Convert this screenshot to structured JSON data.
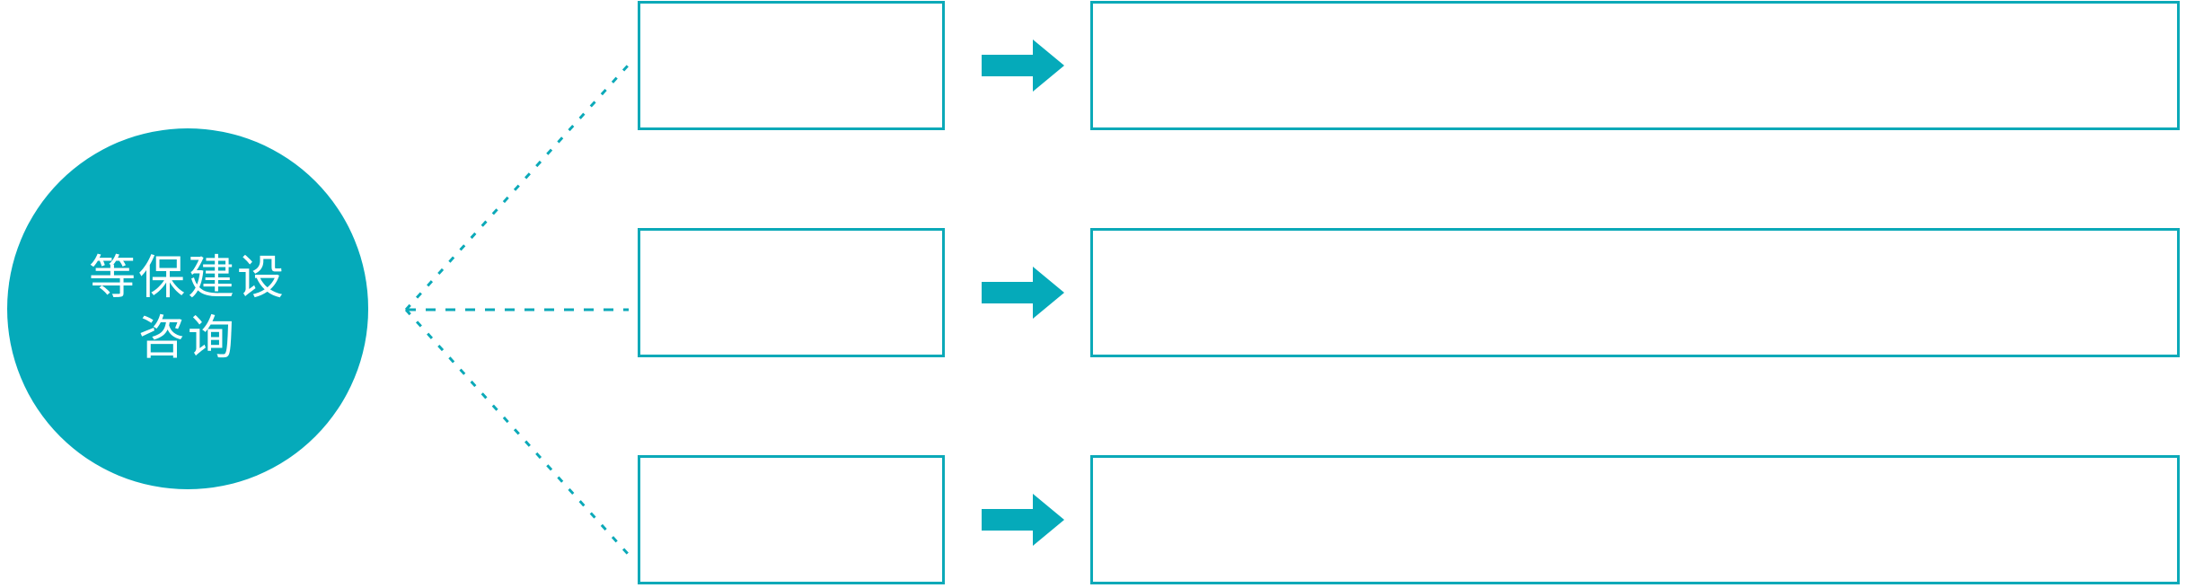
{
  "theme": {
    "accent": "#05aaba",
    "outline": "#0ba9b8",
    "arrow": "#05aaba",
    "hub_text": "#ffffff",
    "background": "#ffffff"
  },
  "hub": {
    "name": "等保建设咨询",
    "line1": "等保建设",
    "line2": "咨询"
  },
  "connector": {
    "style": "dotted",
    "color": "#0ba9b8",
    "vertex_label": "fan-out vertex"
  },
  "rows": [
    {
      "arrow_icon": "right-block-arrow-icon",
      "category": "",
      "detail": ""
    },
    {
      "arrow_icon": "right-block-arrow-icon",
      "category": "",
      "detail": ""
    },
    {
      "arrow_icon": "right-block-arrow-icon",
      "category": "",
      "detail": ""
    }
  ]
}
